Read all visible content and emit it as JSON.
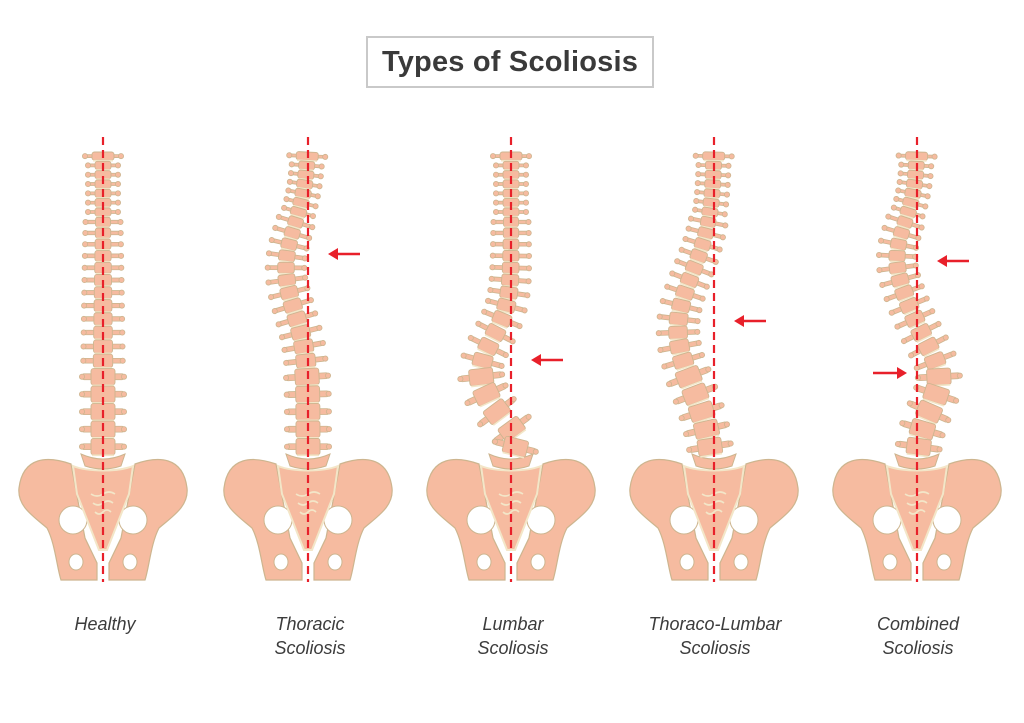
{
  "title": "Types of Scoliosis",
  "colors": {
    "bone_fill": "#f6bba0",
    "bone_stroke": "#cdb58f",
    "disc": "#f3e6c8",
    "midline": "#e8202a",
    "arrow": "#e8202a",
    "text": "#3c3c3c",
    "title_border": "#c9c9c9"
  },
  "spines": [
    {
      "id": "healthy",
      "label_line1": "Healthy",
      "label_line2": "",
      "curve": "none",
      "arrows": []
    },
    {
      "id": "thoracic",
      "label_line1": "Thoracic",
      "label_line2": "Scoliosis",
      "curve": "thoracic-left",
      "arrows": [
        {
          "direction": "left",
          "side": "right",
          "region": "thoracic"
        }
      ]
    },
    {
      "id": "lumbar",
      "label_line1": "Lumbar",
      "label_line2": "Scoliosis",
      "curve": "lumbar-left",
      "arrows": [
        {
          "direction": "left",
          "side": "right",
          "region": "lumbar"
        }
      ]
    },
    {
      "id": "thoraco-lumbar",
      "label_line1": "Thoraco-Lumbar",
      "label_line2": "Scoliosis",
      "curve": "thoracolumbar-left",
      "arrows": [
        {
          "direction": "left",
          "side": "right",
          "region": "thoraco-lumbar"
        }
      ]
    },
    {
      "id": "combined",
      "label_line1": "Combined",
      "label_line2": "Scoliosis",
      "curve": "s-curve",
      "arrows": [
        {
          "direction": "left",
          "side": "right",
          "region": "thoracic"
        },
        {
          "direction": "right",
          "side": "left",
          "region": "lumbar"
        }
      ]
    }
  ]
}
